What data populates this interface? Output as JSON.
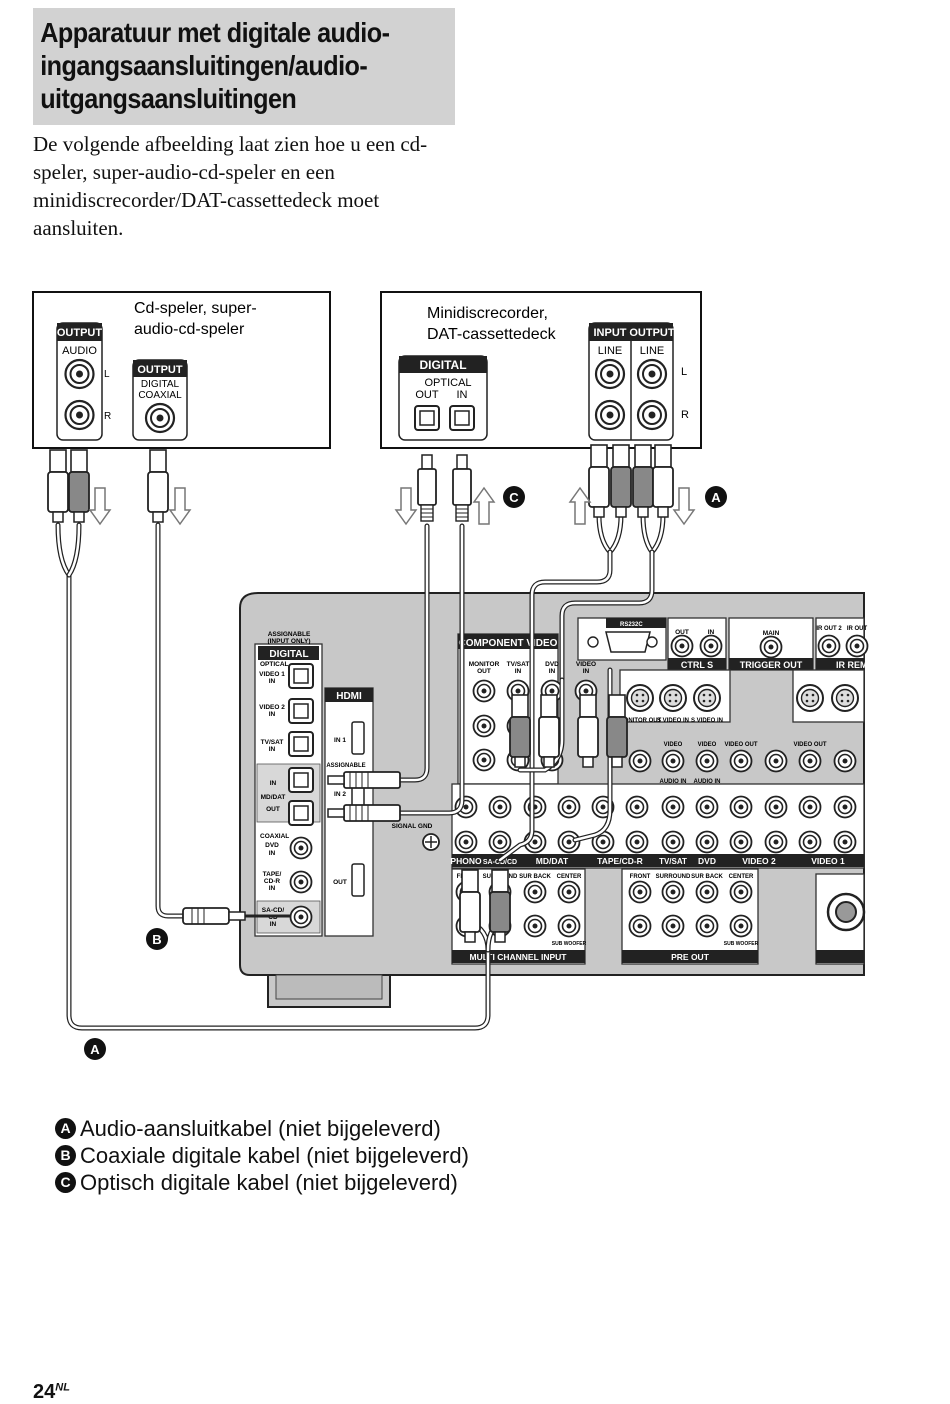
{
  "title": "Apparatuur met digitale audio-ingangsaansluitingen/audio-uitgangsaansluitingen",
  "title_lines": [
    "Apparatuur met digitale audio-",
    "ingangsaansluitingen/audio-",
    "uitgangsaansluitingen"
  ],
  "intro_lines": [
    "De volgende afbeelding laat zien hoe u een cd-",
    "speler, super-audio-cd-speler en een",
    "minidiscrecorder/DAT-cassettedeck moet",
    "aansluiten."
  ],
  "cd_device": {
    "name_lines": [
      "Cd-speler, super-",
      "audio-cd-speler"
    ],
    "output_label": "OUTPUT",
    "audio_label": "AUDIO",
    "l": "L",
    "r": "R",
    "output2_label": "OUTPUT",
    "digital_lines": [
      "DIGITAL",
      "COAXIAL"
    ]
  },
  "md_device": {
    "name_lines": [
      "Minidiscrecorder,",
      "DAT-cassettedeck"
    ],
    "digital_label": "DIGITAL",
    "optical": "OPTICAL",
    "out": "OUT",
    "in": "IN",
    "input_label": "INPUT",
    "output_label": "OUTPUT",
    "line1": "LINE",
    "line2": "LINE",
    "l": "L",
    "r": "R"
  },
  "receiver": {
    "digital_header_lines": [
      "ASSIGNABLE",
      "(INPUT ONLY)"
    ],
    "digital": "DIGITAL",
    "optical": "OPTICAL",
    "video1_in": [
      "VIDEO 1",
      "IN"
    ],
    "video2_in": [
      "VIDEO 2",
      "IN"
    ],
    "tvsat_in": [
      "TV/SAT",
      "IN"
    ],
    "in": "IN",
    "mddat": "MD/DAT",
    "out": "OUT",
    "coaxial": "COAXIAL",
    "dvd_in": [
      "DVD",
      "IN"
    ],
    "tapecdr_in": [
      "TAPE/",
      "CD-R",
      "IN"
    ],
    "sacd_in": [
      "SA-CD/",
      "CD",
      "IN"
    ],
    "hdmi": "HDMI",
    "hdmi_in1": "IN 1",
    "hdmi_assignable": "ASSIGNABLE",
    "hdmi_in2": "IN 2",
    "hdmi_out": "OUT",
    "component_video": "COMPONENT VIDEO",
    "monitor_out": [
      "MONITOR",
      "OUT"
    ],
    "tvsat_in_cv": [
      "TV/SAT",
      "IN"
    ],
    "dvd_in_cv": [
      "DVD",
      "IN"
    ],
    "video_in": [
      "VIDEO",
      "IN"
    ],
    "rs232c": "RS232C",
    "ctrl_s": "CTRL S",
    "ctrl_out": "OUT",
    "ctrl_in": "IN",
    "trigger_out": "TRIGGER OUT",
    "main": "MAIN",
    "ir_rem": "IR REM",
    "ir_out2": "IR OUT 2",
    "ir_out": "IR OUT",
    "signal_gnd": "SIGNAL GND",
    "phono": "PHONO",
    "sacd": "SA-CD/CD",
    "mddat_label": "MD/DAT",
    "tapecdr": "TAPE/CD-R",
    "tvsat": "TV/SAT",
    "dvd": "DVD",
    "video2": "VIDEO 2",
    "video1": "VIDEO 1",
    "multi_channel_input": "MULTI CHANNEL INPUT",
    "pre_out": "PRE OUT",
    "front": "FRONT",
    "surround": "SURROUND",
    "sur_back": "SUR BACK",
    "center": "CENTER",
    "subwoofer": "SUB WOOFER",
    "svideo_in": "S VIDEO IN",
    "video_out": "VIDEO OUT",
    "audio_in": "AUDIO IN",
    "monitor_out_v": "MONITOR OUT"
  },
  "markers": {
    "a": "A",
    "b": "B",
    "c": "C"
  },
  "legend": [
    {
      "badge": "A",
      "text": "Audio-aansluitkabel (niet bijgeleverd)"
    },
    {
      "badge": "B",
      "text": "Coaxiale digitale kabel (niet bijgeleverd)"
    },
    {
      "badge": "C",
      "text": "Optisch digitale kabel (niet bijgeleverd)"
    }
  ],
  "page_number": "24",
  "page_suffix": "NL"
}
